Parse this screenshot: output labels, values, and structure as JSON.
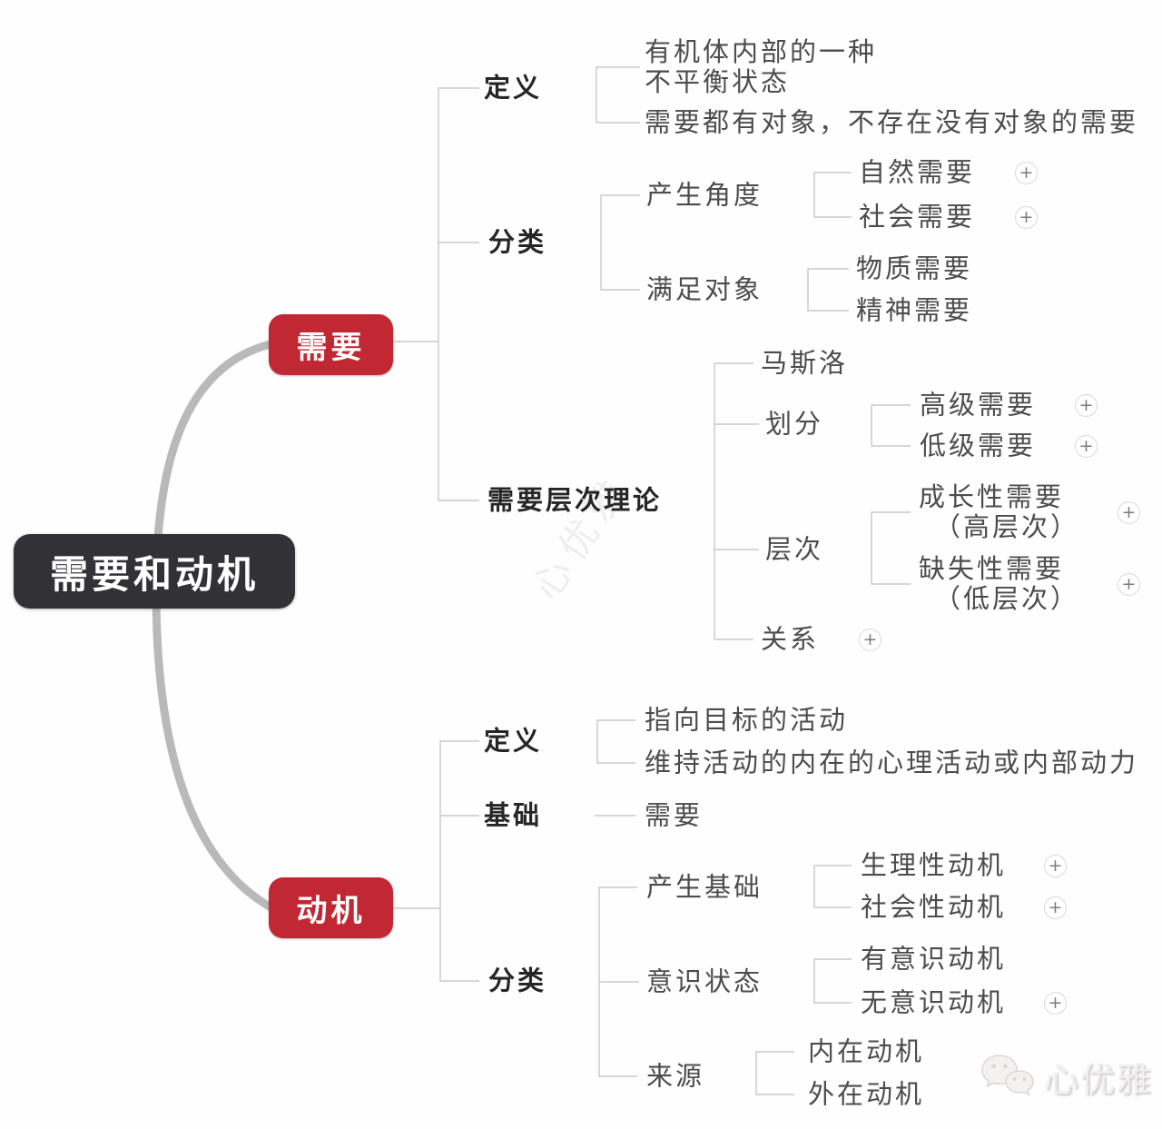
{
  "root": {
    "label": "需要和动机"
  },
  "need": {
    "label": "需要",
    "definition": {
      "label": "定义",
      "item1_line1": "有机体内部的一种",
      "item1_line2": "不平衡状态",
      "item2": "需要都有对象，不存在没有对象的需要"
    },
    "classification": {
      "label": "分类",
      "by_origin": {
        "label": "产生角度",
        "child1": "自然需要",
        "child2": "社会需要"
      },
      "by_object": {
        "label": "满足对象",
        "child1": "物质需要",
        "child2": "精神需要"
      }
    },
    "hierarchy_theory": {
      "label": "需要层次理论",
      "maslow": "马斯洛",
      "division": {
        "label": "划分",
        "child1": "高级需要",
        "child2": "低级需要"
      },
      "levels": {
        "label": "层次",
        "child1_line1": "成长性需要",
        "child1_line2": "（高层次）",
        "child2_line1": "缺失性需要",
        "child2_line2": "（低层次）"
      },
      "relation": "关系"
    }
  },
  "motivation": {
    "label": "动机",
    "definition": {
      "label": "定义",
      "item1": "指向目标的活动",
      "item2": "维持活动的内在的心理活动或内部动力"
    },
    "basis": {
      "label": "基础",
      "child1": "需要"
    },
    "classification": {
      "label": "分类",
      "by_basis": {
        "label": "产生基础",
        "child1": "生理性动机",
        "child2": "社会性动机"
      },
      "by_consciousness": {
        "label": "意识状态",
        "child1": "有意识动机",
        "child2": "无意识动机"
      },
      "by_source": {
        "label": "来源",
        "child1": "内在动机",
        "child2": "外在动机"
      }
    }
  },
  "icons": {
    "plus": "+"
  },
  "watermark": {
    "diagonal": "心优雅",
    "brand": "心优雅"
  },
  "colors": {
    "accent_red": "#c22833",
    "root_bg": "#323236",
    "line": "#c9c9c9",
    "curve": "#b9b9b9"
  }
}
